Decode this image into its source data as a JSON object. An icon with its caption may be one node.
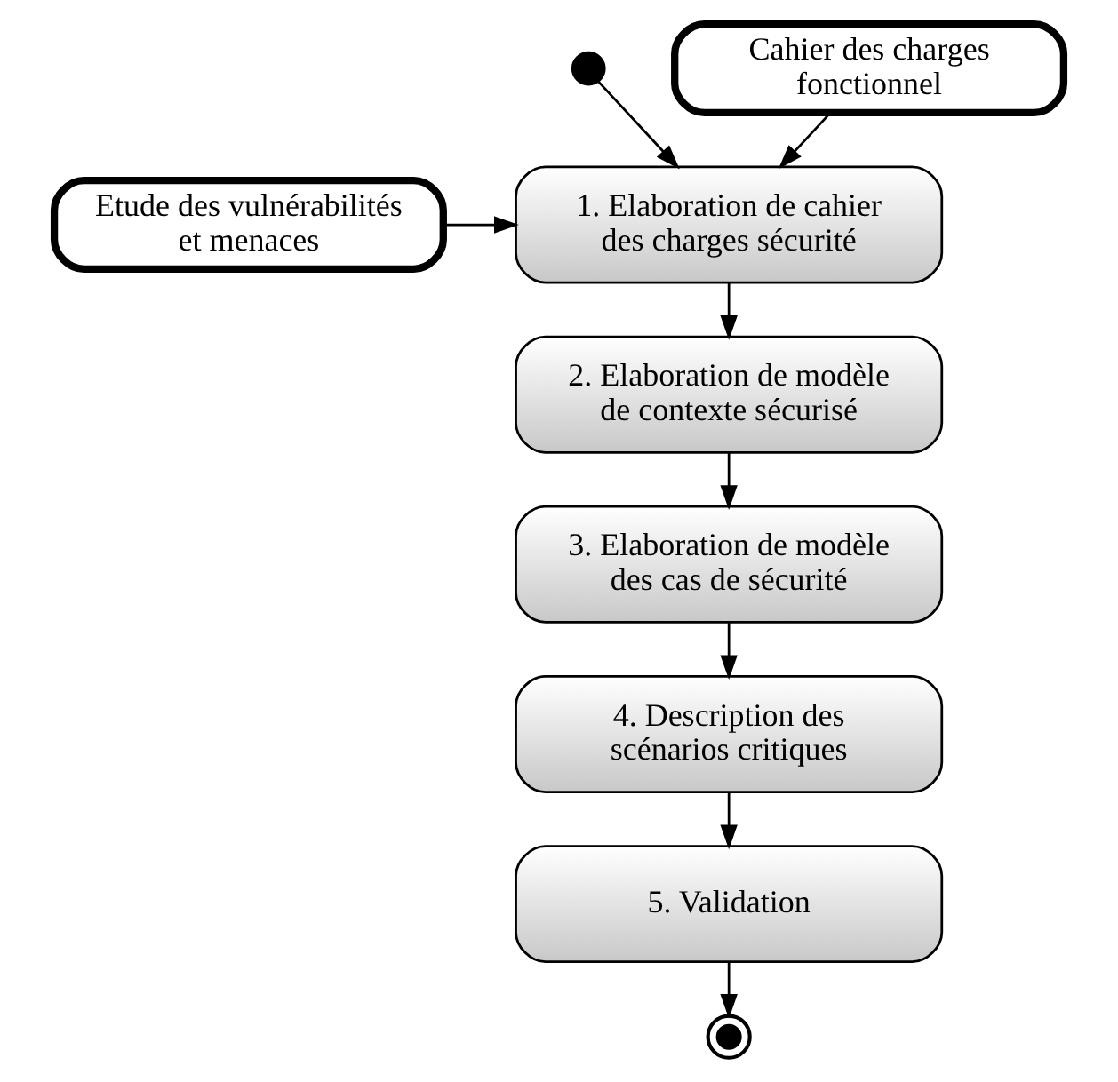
{
  "diagram": {
    "nodes": [
      {
        "text": [],
        "shape": "circle"
      },
      {
        "text": [
          "Cahier des charges fonctionnel"
        ]
      },
      {
        "text": [
          "Etude des vulnérabilités et menaces"
        ]
      },
      {
        "text": [
          "1. Elaboration de cahier des charges sécurité"
        ]
      },
      {
        "text": [
          "2. Elaboration de modèle de contexte sécurisé"
        ]
      },
      {
        "text": [
          "3. Elaboration de modèle des cas de sécurité"
        ]
      },
      {
        "text": [
          "4. Description des scénarios critiques"
        ]
      },
      {
        "text": [
          "5. Validation"
        ]
      },
      {
        "text": [],
        "shape": "bullseye"
      }
    ],
    "edges": [
      {
        "from": 0,
        "to": 3,
        "arrow": "to"
      },
      {
        "from": 1,
        "to": 3,
        "arrow": "to"
      },
      {
        "from": 2,
        "to": 3,
        "arrow": "to"
      },
      {
        "from": 3,
        "to": 4,
        "arrow": "to"
      },
      {
        "from": 4,
        "to": 5,
        "arrow": "to"
      },
      {
        "from": 5,
        "to": 6,
        "arrow": "to"
      },
      {
        "from": 6,
        "to": 7,
        "arrow": "to"
      },
      {
        "from": 7,
        "to": 8,
        "arrow": "to"
      }
    ]
  }
}
